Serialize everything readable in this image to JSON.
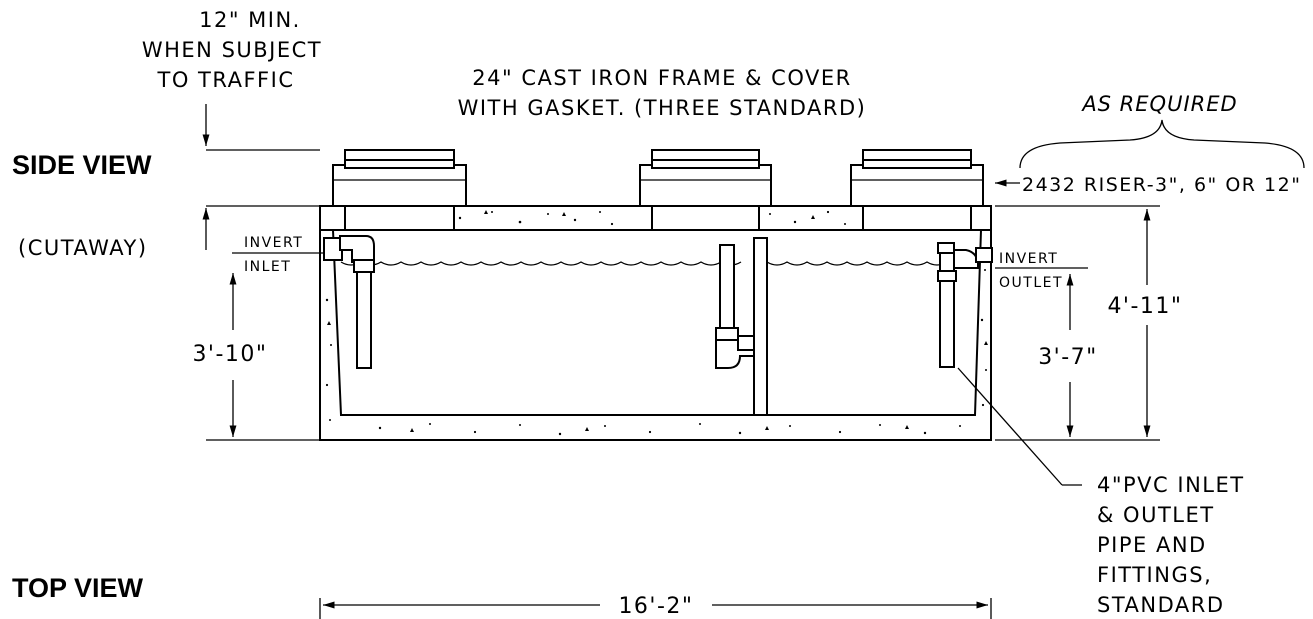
{
  "views": {
    "side_view": "SIDE VIEW",
    "cutaway": "(CUTAWAY)",
    "top_view": "TOP VIEW"
  },
  "notes": {
    "min_cover_lines": [
      "12\" MIN.",
      "WHEN SUBJECT",
      "TO TRAFFIC"
    ],
    "frame_cover_lines": [
      "24\" CAST IRON FRAME & COVER",
      "WITH GASKET.  (THREE STANDARD)"
    ],
    "as_required": "AS REQUIRED",
    "riser": "2432 RISER-3\", 6\" OR 12\"",
    "pipe_lines": [
      "4\"PVC INLET",
      "& OUTLET",
      "PIPE AND",
      "FITTINGS,",
      "STANDARD"
    ]
  },
  "invert": {
    "inlet_top": "INVERT",
    "inlet_bottom": "INLET",
    "outlet_top": "INVERT",
    "outlet_bottom": "OUTLET"
  },
  "dimensions": {
    "inlet_height": "3'-10\"",
    "outlet_height": "3'-7\"",
    "total_height": "4'-11\"",
    "length": "16'-2\""
  }
}
